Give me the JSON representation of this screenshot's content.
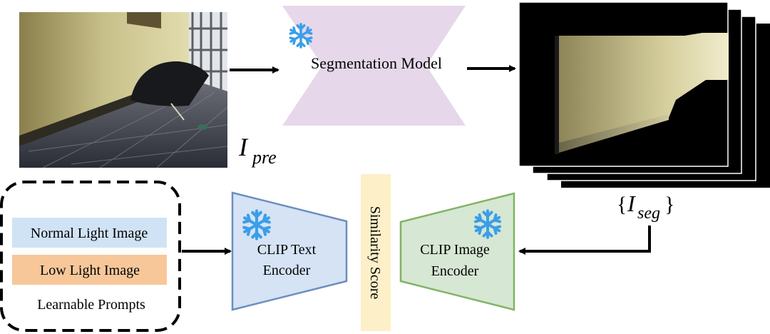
{
  "input_image": {
    "label_main": "I",
    "label_sub": "pre"
  },
  "segmentation": {
    "label": "Segmentation Model",
    "frozen_icon": "snowflake-icon"
  },
  "seg_output": {
    "label_open": "{",
    "label_main": "I",
    "label_sub": "seg",
    "label_close": "}"
  },
  "prompts": {
    "normal": "Normal Light Image",
    "low": "Low Light Image",
    "caption": "Learnable Prompts"
  },
  "text_encoder": {
    "line1": "CLIP Text",
    "line2": "Encoder",
    "frozen_icon": "snowflake-icon"
  },
  "image_encoder": {
    "line1": "CLIP Image",
    "line2": "Encoder",
    "frozen_icon": "snowflake-icon"
  },
  "similarity": {
    "label": "Similarity Score"
  },
  "colors": {
    "segmentation_fill": "#e6d8ea",
    "text_encoder_fill": "#d5e3f4",
    "text_encoder_stroke": "#6c8ebf",
    "image_encoder_fill": "#d6e7d3",
    "image_encoder_stroke": "#82b366",
    "normal_prompt_fill": "#cfe3f5",
    "low_prompt_fill": "#f7c79a",
    "similarity_fill": "#fdefc8",
    "snowflake": "#3b9ee8"
  }
}
